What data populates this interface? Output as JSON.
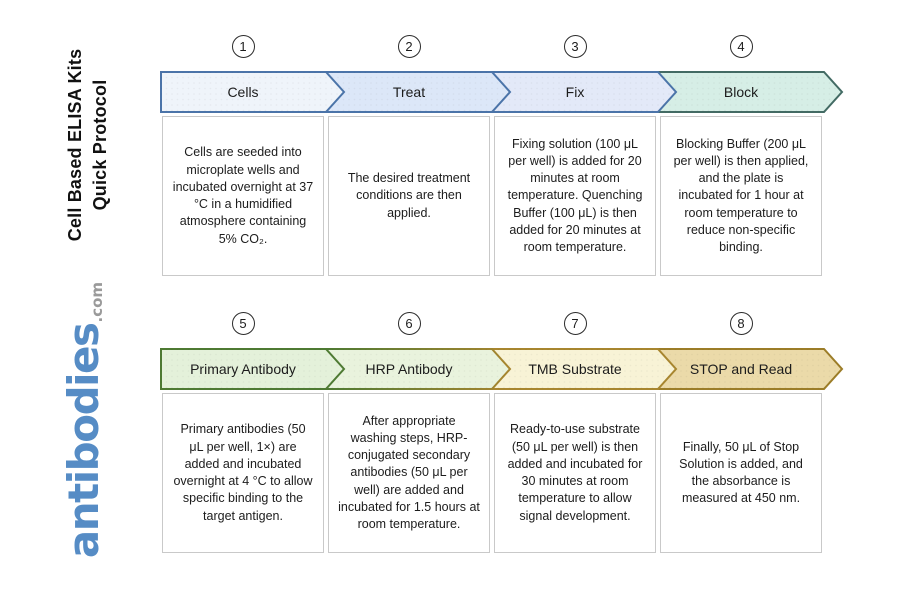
{
  "page": {
    "background_color": "#ffffff"
  },
  "sidebar": {
    "title_line1": "Cell Based ELISA Kits",
    "title_line2": "Quick Protocol",
    "title_color": "#111111",
    "logo_word": "antibodies",
    "logo_tld": ".com",
    "logo_color": "#568cc5",
    "logo_tld_color": "#9a9a9a"
  },
  "flow": {
    "steps": [
      {
        "number": "1",
        "label": "Cells",
        "fill": "#eff4fa",
        "border": "#4b74a9",
        "description": "Cells are seeded into microplate wells and incubated overnight at 37 °C in a humidified atmosphere containing 5% CO₂."
      },
      {
        "number": "2",
        "label": "Treat",
        "fill": "#dce7f8",
        "border": "#4b74a9",
        "description": "The desired treatment conditions are then applied."
      },
      {
        "number": "3",
        "label": "Fix",
        "fill": "#e3e9f8",
        "border": "#4b74a9",
        "description": "Fixing solution (100 μL per well) is added for 20 minutes at room temperature. Quenching Buffer (100 μL) is then added for 20 minutes at room temperature."
      },
      {
        "number": "4",
        "label": "Block",
        "fill": "#d6eee6",
        "border": "#436b64",
        "description": "Blocking Buffer (200 μL per well) is then applied, and the plate is incubated for 1 hour at room temperature to reduce non-specific binding."
      },
      {
        "number": "5",
        "label": "Primary Antibody",
        "fill": "#e4f1da",
        "border": "#4e7a33",
        "description": "Primary antibodies (50 μL per well, 1×) are added and incubated overnight at 4 °C to allow specific binding to the target antigen."
      },
      {
        "number": "6",
        "label": "HRP Antibody",
        "fill": "#e9f3dd",
        "border": "#7f8135",
        "border_gradient": [
          "#4e7a33",
          "#a8862f"
        ],
        "description": "After appropriate washing steps, HRP-conjugated secondary antibodies (50 μL per well) are added and incubated for 1.5 hours at room temperature."
      },
      {
        "number": "7",
        "label": "TMB Substrate",
        "fill": "#f8f3d6",
        "border": "#a8862f",
        "description": "Ready-to-use substrate (50 μL per well) is then added and incubated for 30 minutes at room temperature to allow signal development."
      },
      {
        "number": "8",
        "label": "STOP and Read",
        "fill": "#ebdaa9",
        "border": "#9c7d28",
        "description": "Finally, 50 μL of Stop Solution is added, and the absorbance is measured at 450 nm."
      }
    ]
  }
}
